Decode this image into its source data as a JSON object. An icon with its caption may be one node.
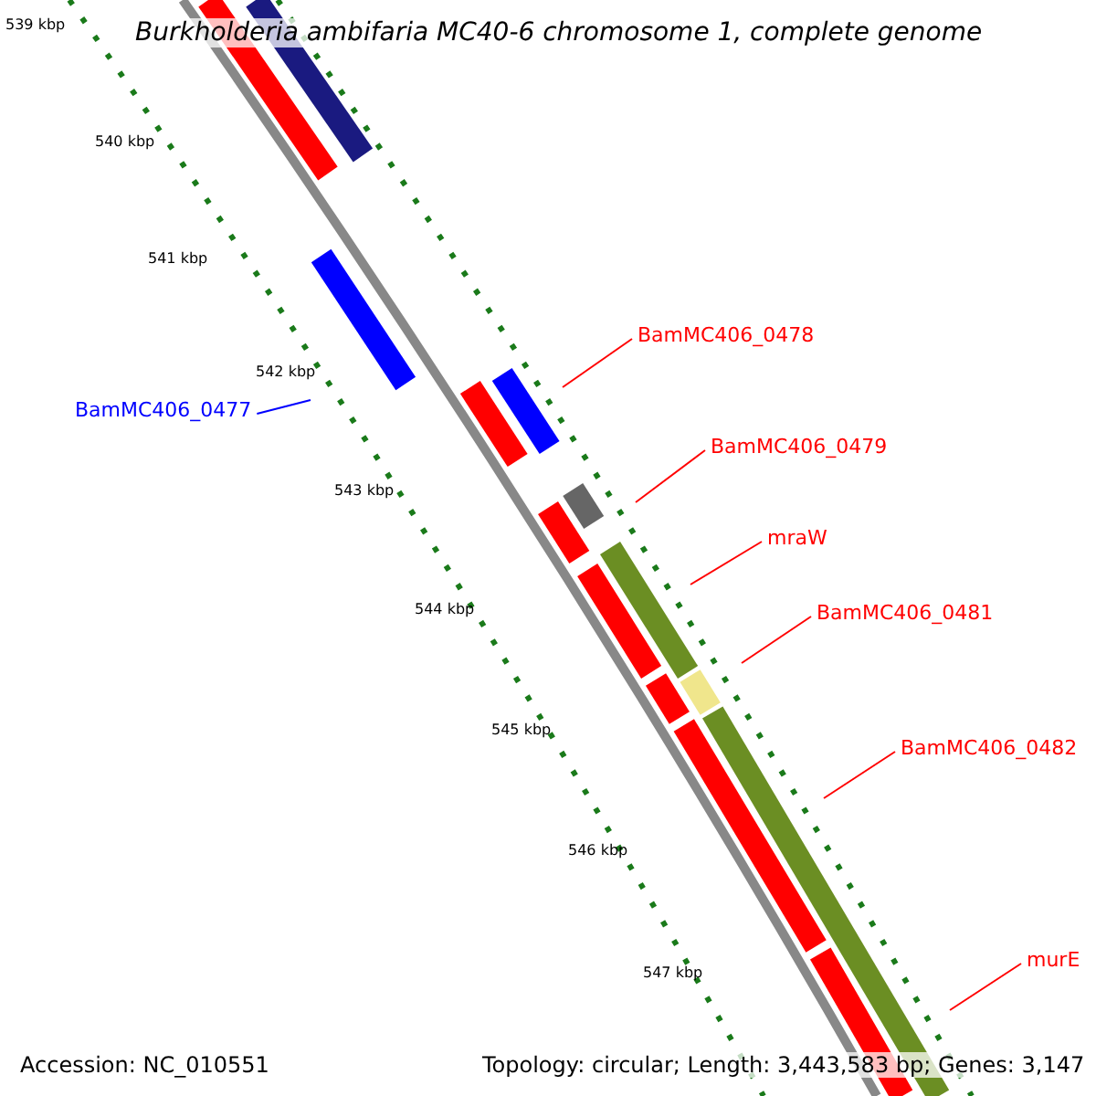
{
  "diagram": {
    "title": "Burkholderia ambifaria MC40-6 chromosome 1, complete genome",
    "nodes": [
      {
        "text": [
          "BamMC406_0478"
        ]
      },
      {
        "text": [
          "BamMC406_0477"
        ]
      },
      {
        "text": [
          "BamMC406_0479"
        ]
      },
      {
        "text": [
          "mraW"
        ]
      },
      {
        "text": [
          "BamMC406_0481"
        ]
      },
      {
        "text": [
          "BamMC406_0482"
        ]
      },
      {
        "text": [
          "murE"
        ]
      }
    ],
    "edges": [
      {
        "from": 0,
        "to": null,
        "arrow": "none"
      },
      {
        "from": 1,
        "to": null,
        "arrow": "none",
        "color": "#0000ff"
      },
      {
        "from": 2,
        "to": null,
        "arrow": "none"
      },
      {
        "from": 3,
        "to": null,
        "arrow": "none"
      },
      {
        "from": 4,
        "to": null,
        "arrow": "none"
      },
      {
        "from": 5,
        "to": null,
        "arrow": "none"
      },
      {
        "from": 6,
        "to": null,
        "arrow": "none"
      }
    ],
    "labels": [
      "539 kbp",
      "540 kbp",
      "541 kbp",
      "542 kbp",
      "543 kbp",
      "544 kbp",
      "545 kbp",
      "546 kbp",
      "547 kbp",
      "Accession: NC_010551",
      "Topology: circular; Length: 3,443,583 bp; Genes: 3,147"
    ]
  }
}
